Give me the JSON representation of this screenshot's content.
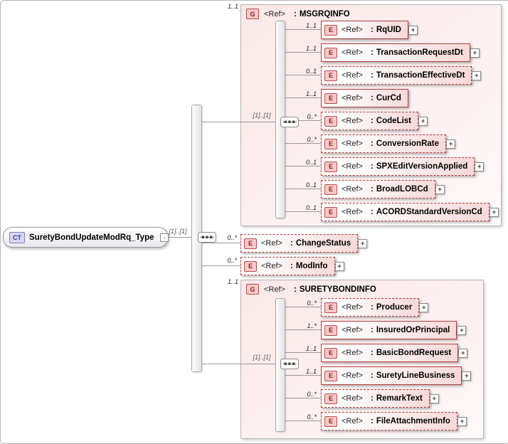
{
  "ui": {
    "colon": ":",
    "plus": "+",
    "collapse": "-"
  },
  "root": {
    "badge": "CT",
    "name": "SuretyBondUpdateModRq_Type",
    "sequence_cardinality": "[1]..[1]"
  },
  "standalone_elements": [
    {
      "badge": "E",
      "ref": "<Ref>",
      "name": "ChangeStatus",
      "cardinality": "0..*",
      "optional": true
    },
    {
      "badge": "E",
      "ref": "<Ref>",
      "name": "ModInfo",
      "cardinality": "0..*",
      "optional": true
    }
  ],
  "groups": [
    {
      "badge": "G",
      "ref": "<Ref>",
      "name": "MSGRQINFO",
      "cardinality": "1..1",
      "sequence_cardinality": "[1]..[1]",
      "elements": [
        {
          "badge": "E",
          "ref": "<Ref>",
          "name": "RqUID",
          "cardinality": "1..1",
          "optional": false
        },
        {
          "badge": "E",
          "ref": "<Ref>",
          "name": "TransactionRequestDt",
          "cardinality": "1..1",
          "optional": false
        },
        {
          "badge": "E",
          "ref": "<Ref>",
          "name": "TransactionEffectiveDt",
          "cardinality": "0..1",
          "optional": true
        },
        {
          "badge": "E",
          "ref": "<Ref>",
          "name": "CurCd",
          "cardinality": "1..1",
          "optional": false
        },
        {
          "badge": "E",
          "ref": "<Ref>",
          "name": "CodeList",
          "cardinality": "0..*",
          "optional": true
        },
        {
          "badge": "E",
          "ref": "<Ref>",
          "name": "ConversionRate",
          "cardinality": "0..*",
          "optional": true
        },
        {
          "badge": "E",
          "ref": "<Ref>",
          "name": "SPXEditVersionApplied",
          "cardinality": "0..1",
          "optional": true
        },
        {
          "badge": "E",
          "ref": "<Ref>",
          "name": "BroadLOBCd",
          "cardinality": "0..1",
          "optional": true
        },
        {
          "badge": "E",
          "ref": "<Ref>",
          "name": "ACORDStandardVersionCd",
          "cardinality": "0..1",
          "optional": true
        }
      ]
    },
    {
      "badge": "G",
      "ref": "<Ref>",
      "name": "SURETYBONDINFO",
      "cardinality": "1..1",
      "sequence_cardinality": "[1]..[1]",
      "elements": [
        {
          "badge": "E",
          "ref": "<Ref>",
          "name": "Producer",
          "cardinality": "0..*",
          "optional": true
        },
        {
          "badge": "E",
          "ref": "<Ref>",
          "name": "InsuredOrPrincipal",
          "cardinality": "1..*",
          "optional": false
        },
        {
          "badge": "E",
          "ref": "<Ref>",
          "name": "BasicBondRequest",
          "cardinality": "1..1",
          "optional": false
        },
        {
          "badge": "E",
          "ref": "<Ref>",
          "name": "SuretyLineBusiness",
          "cardinality": "1..1",
          "optional": false
        },
        {
          "badge": "E",
          "ref": "<Ref>",
          "name": "RemarkText",
          "cardinality": "0..*",
          "optional": true
        },
        {
          "badge": "E",
          "ref": "<Ref>",
          "name": "FileAttachmentInfo",
          "cardinality": "0..*",
          "optional": true
        }
      ]
    }
  ],
  "colors": {
    "element_border": "#b23f3f",
    "element_fill": "#f8d9d9",
    "group_fill": "#fae8e8",
    "badge_bg": "#f7c9c9",
    "badge_border": "#c04848",
    "ct_badge_bg": "#d7d7f0",
    "ct_badge_border": "#8080c0"
  }
}
